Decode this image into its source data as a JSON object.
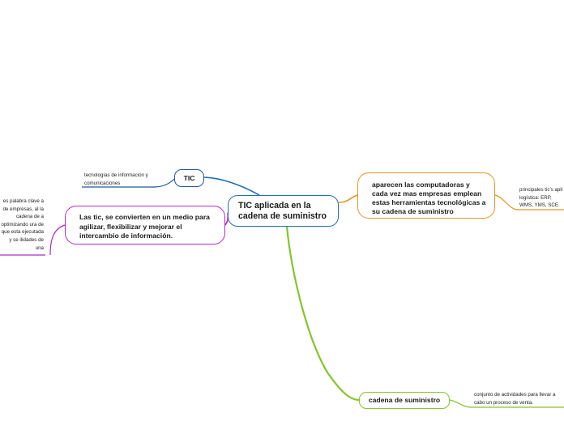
{
  "central": {
    "title": "TIC aplicada en la cadena de suministro"
  },
  "nodes": {
    "tic": "TIC",
    "tic_note": "tecnologías de información y comunicaciones",
    "tic_agility": "Las tic, se convierten en un medio para agilizar, flexibilizar y mejorar el intercambio de información.",
    "agility_note": "es palabra clave a de empresas, al la cadena de a optimizando ura de que esta ejecutada y se ilidades de una",
    "computers": "aparecen las computadoras y cada vez mas empresas emplean estas herramientas tecnológicas a su cadena de suministro",
    "computers_note": "principales tic's apli logística: ERP, WMS, YMS, SCE.",
    "supply_chain": "cadena de suministro",
    "supply_chain_note": "conjunto de actividades para llevar a cabo un proceso de venta."
  },
  "colors": {
    "blue": "#1f6fbf",
    "dark_blue": "#1f57a6",
    "purple": "#b02ac7",
    "orange": "#e8931e",
    "green": "#84c529"
  }
}
